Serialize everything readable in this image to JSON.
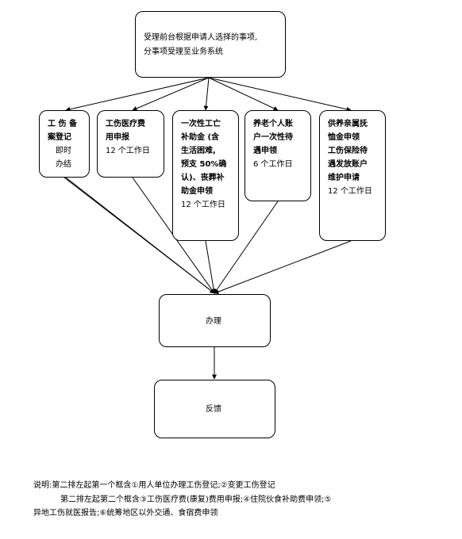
{
  "top_box": {
    "line1": "受理前台根据申请人选择的事项,",
    "line2": "分事项受理至业务系统"
  },
  "boxes": [
    {
      "bold": [
        "工 伤 备",
        "案登记"
      ],
      "normal": [
        "即时",
        "办结"
      ]
    },
    {
      "bold": [
        "工伤医疗费",
        "用申报"
      ],
      "normal": [
        "12 个工作日"
      ]
    },
    {
      "bold": [
        "一次性工亡",
        "补助金 (含",
        "生活困难,",
        "预支 50%确",
        "认)、丧葬补",
        "助金申领"
      ],
      "normal": [
        "12 个工作日"
      ]
    },
    {
      "bold": [
        "养老个人账",
        "户一次性待",
        "遇申领"
      ],
      "normal": [
        "6 个工作日"
      ]
    },
    {
      "bold": [
        "供养亲属抚",
        "恤金申领",
        "工伤保险待",
        "遇发放账户",
        "维护申请"
      ],
      "normal": [
        "12 个工作日"
      ]
    }
  ],
  "process_box": "办理",
  "feedback_box": "反馈",
  "note": {
    "line1": "说明:第二排左起第一个框含①用人单位办理工伤登记;②变更工伤登记",
    "line2": "第二排左起第二个框含③工伤医疗费(康复)费用申报;④住院伙食补助费申领;⑤",
    "line3": "异地工伤就医报告;⑥统筹地区以外交通、食宿费申领"
  }
}
